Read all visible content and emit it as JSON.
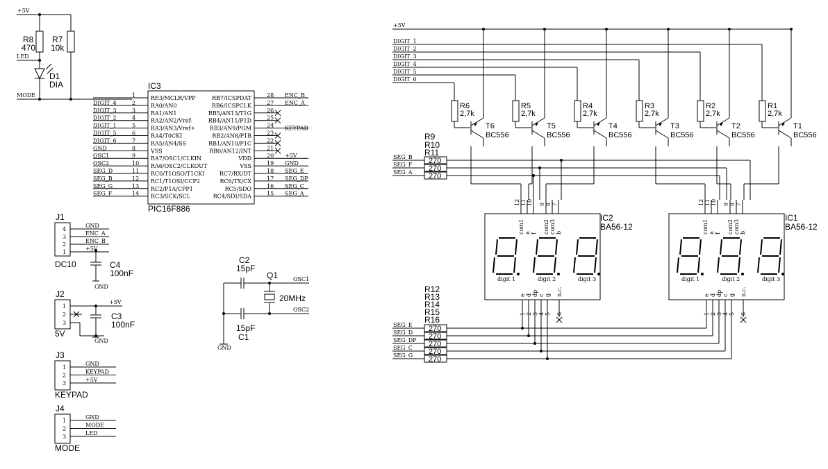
{
  "left": {
    "top_rail": "+5V",
    "r8": {
      "ref": "R8",
      "value": "470"
    },
    "r7": {
      "ref": "R7",
      "value": "10k"
    },
    "d1": {
      "ref": "D1",
      "value": "DIA"
    },
    "led_net": "LED",
    "mode_net": "MODE"
  },
  "ic3": {
    "ref": "IC3",
    "part": "PIC16F886",
    "left_pins": [
      {
        "num": "1",
        "name": "RE3/MCLR/VPP",
        "net": "MODE"
      },
      {
        "num": "2",
        "name": "RA0/AN0",
        "net": "DIGIT_4"
      },
      {
        "num": "3",
        "name": "RA1/AN1",
        "net": "DIGIT_3"
      },
      {
        "num": "4",
        "name": "RA2/AN2/Vref-",
        "net": "DIGIT_2"
      },
      {
        "num": "5",
        "name": "RA3/AN3/Vref+",
        "net": "DIGIT_1"
      },
      {
        "num": "6",
        "name": "RA4/T0CKI",
        "net": "DIGIT_5"
      },
      {
        "num": "7",
        "name": "RA5/AN4/SS",
        "net": "DIGIT_6"
      },
      {
        "num": "8",
        "name": "VSS",
        "net": "GND"
      },
      {
        "num": "9",
        "name": "RA7/OSC1/CLKIN",
        "net": "OSC1"
      },
      {
        "num": "10",
        "name": "RA6/OSC2/CLKOUT",
        "net": "OSC2"
      },
      {
        "num": "11",
        "name": "RC0/T1OSO/T1CKI",
        "net": "SEG_D"
      },
      {
        "num": "12",
        "name": "RC1/T1OSI/CCP2",
        "net": "SEG_B"
      },
      {
        "num": "13",
        "name": "RC2/P1A/CPP1",
        "net": "SEG_G"
      },
      {
        "num": "14",
        "name": "RC3/SCK/SCL",
        "net": "SEG_F"
      }
    ],
    "right_pins": [
      {
        "num": "28",
        "name": "RB7/ICSPDAT",
        "net": "ENC_B"
      },
      {
        "num": "27",
        "name": "RB6/ICSPCLK",
        "net": "ENC_A"
      },
      {
        "num": "26",
        "name": "RB5/AN13/T1G",
        "net": ""
      },
      {
        "num": "25",
        "name": "RB4/AN11/P1D",
        "net": ""
      },
      {
        "num": "24",
        "name": "RB3/AN9/PGM",
        "net": "KEYPAD"
      },
      {
        "num": "23",
        "name": "RB2/AN8/P1B",
        "net": ""
      },
      {
        "num": "22",
        "name": "RB1/AN10/P1C",
        "net": ""
      },
      {
        "num": "21",
        "name": "RB0/AN12/INT",
        "net": ""
      },
      {
        "num": "20",
        "name": "VDD",
        "net": "+5V"
      },
      {
        "num": "19",
        "name": "VSS",
        "net": "GND"
      },
      {
        "num": "18",
        "name": "RC7/RX/DT",
        "net": "SEG_E"
      },
      {
        "num": "17",
        "name": "RC6/TX/CX",
        "net": "SEG_DP"
      },
      {
        "num": "16",
        "name": "RC5/SDO",
        "net": "SEG_C"
      },
      {
        "num": "15",
        "name": "RC4/SDI/SDA",
        "net": "SEG_A"
      }
    ]
  },
  "j1": {
    "ref": "J1",
    "label": "DC10",
    "pins": [
      "4",
      "3",
      "2",
      "1"
    ],
    "nets": [
      "GND",
      "ENC_A",
      "ENC_B",
      "+5V"
    ]
  },
  "c4": {
    "ref": "C4",
    "value": "100nF",
    "gnd": "GND"
  },
  "j2": {
    "ref": "J2",
    "label": "5V",
    "pins": [
      "1",
      "2",
      "3"
    ],
    "rail": "+5V",
    "gnd": "GND"
  },
  "c3": {
    "ref": "C3",
    "value": "100nF"
  },
  "j3": {
    "ref": "J3",
    "label": "KEYPAD",
    "pins": [
      "1",
      "2",
      "3"
    ],
    "nets": [
      "GND",
      "KEYPAD",
      "+5V"
    ]
  },
  "j4": {
    "ref": "J4",
    "label": "MODE",
    "pins": [
      "1",
      "2",
      "3"
    ],
    "nets": [
      "GND",
      "MODE",
      "LED"
    ]
  },
  "osc": {
    "c2": {
      "ref": "C2",
      "value": "15pF"
    },
    "c1": {
      "ref": "C1",
      "value": "15pF"
    },
    "q1": {
      "ref": "Q1",
      "value": "20MHz"
    },
    "osc1": "OSC1",
    "osc2": "OSC2",
    "gnd": "GND"
  },
  "right": {
    "rail": "+5V",
    "digit_nets": [
      "DIGIT_1",
      "DIGIT_2",
      "DIGIT_3",
      "DIGIT_4",
      "DIGIT_5",
      "DIGIT_6"
    ],
    "resistors": [
      {
        "ref": "R6",
        "value": "2,7k"
      },
      {
        "ref": "R5",
        "value": "2,7k"
      },
      {
        "ref": "R4",
        "value": "2,7k"
      },
      {
        "ref": "R3",
        "value": "2,7k"
      },
      {
        "ref": "R2",
        "value": "2,7k"
      },
      {
        "ref": "R1",
        "value": "2,7k"
      }
    ],
    "transistors": [
      {
        "ref": "T6",
        "value": "BC556"
      },
      {
        "ref": "T5",
        "value": "BC556"
      },
      {
        "ref": "T4",
        "value": "BC556"
      },
      {
        "ref": "T3",
        "value": "BC556"
      },
      {
        "ref": "T2",
        "value": "BC556"
      },
      {
        "ref": "T1",
        "value": "BC556"
      }
    ],
    "top_resistors": {
      "refs": [
        "R9",
        "R10",
        "R11"
      ],
      "nets": [
        "SEG_B",
        "SEG_F",
        "SEG_A"
      ],
      "value": "270"
    },
    "bottom_resistors": {
      "refs": [
        "R12",
        "R13",
        "R14",
        "R15",
        "R16"
      ],
      "nets": [
        "SEG_E",
        "SEG_D",
        "SEG_DP",
        "SEG_C",
        "SEG_G"
      ],
      "value": "270"
    },
    "displays": [
      {
        "ref": "IC2",
        "part": "BA56-12"
      },
      {
        "ref": "IC1",
        "part": "BA56-12"
      }
    ],
    "top_pin_numbers": [
      "12",
      "11",
      "10",
      "9",
      "8",
      "7"
    ],
    "top_pin_names": [
      "com1",
      "a",
      "f",
      "com2",
      "com3",
      "b"
    ],
    "bottom_pin_numbers": [
      "1",
      "2",
      "3",
      "4",
      "5",
      "6"
    ],
    "bottom_pin_names": [
      "e",
      "d",
      "dp",
      "c",
      "g",
      "n.c."
    ],
    "digit_labels": [
      "digit 1",
      "digit 2",
      "digit 3"
    ]
  }
}
